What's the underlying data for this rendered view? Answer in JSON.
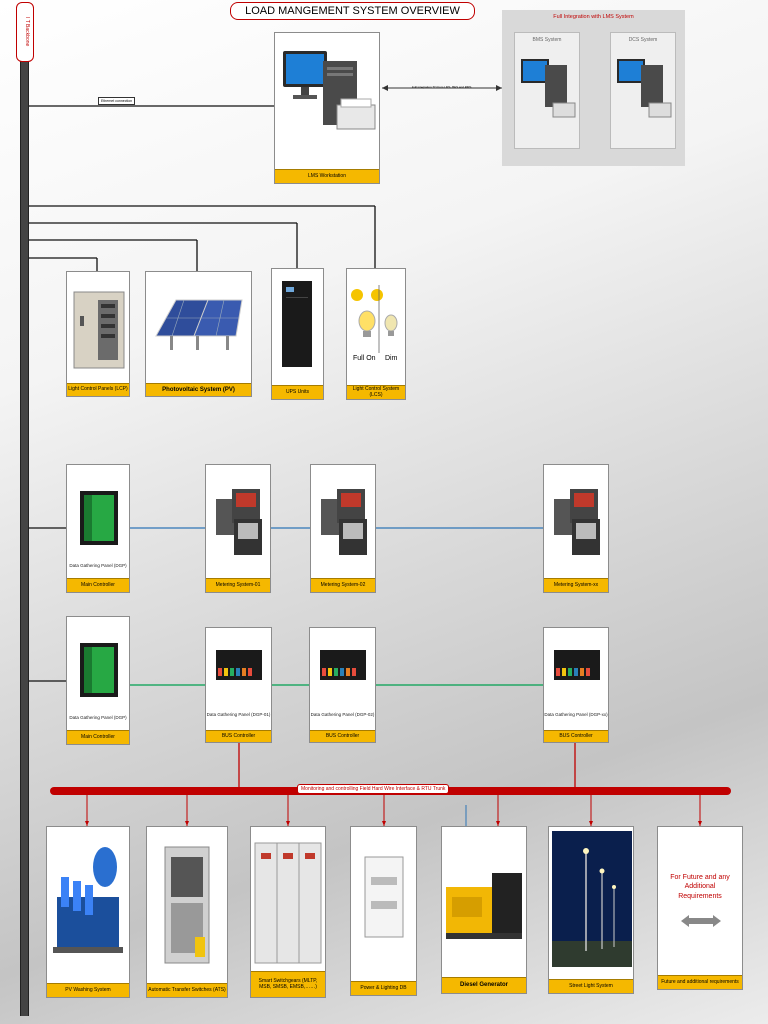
{
  "title": "LOAD MANGEMENT SYSTEM OVERVIEW",
  "vertical_bus_label": "I T Backbone",
  "integration": {
    "header": "Full Integration with LMS System",
    "link_label": "Full integration TO from LMS, BES and RMS",
    "bms_label": "BMS System",
    "dcs_label": "DCS System"
  },
  "lms": {
    "caption": "LMS Workstation",
    "link_tag": "Ethernet connection"
  },
  "top_row": [
    {
      "caption": "Light Control Panels (LCP)"
    },
    {
      "caption": "Photovoltaic System (PV)"
    },
    {
      "caption": "UPS Units"
    },
    {
      "caption": "Light Control System (LCS)",
      "full_on": "Full On",
      "dim": "Dim"
    }
  ],
  "metering_row": {
    "main": {
      "sub": "Data Gathering Panel (DGP)",
      "caption": "Main Controller"
    },
    "items": [
      {
        "caption": "Metering System-01"
      },
      {
        "caption": "Metering System-02"
      },
      {
        "caption": "Metering System-xx"
      }
    ]
  },
  "bus_row": {
    "main": {
      "sub": "Data Gathering Panel (DGP)",
      "caption": "Main Controller"
    },
    "items": [
      {
        "sub": "Data Gathering Panel (DGP-01)",
        "caption": "BUS Controller"
      },
      {
        "sub": "Data Gathering Panel (DGP-02)",
        "caption": "BUS Controller"
      },
      {
        "sub": "Data Gathering Panel (DGP-xx)",
        "caption": "BUS Controller"
      }
    ]
  },
  "field_bus_label": "Monitoring and controlling Field Hard Wire Interface & RTU Trunk",
  "bottom_row": [
    {
      "caption": "PV Washing System"
    },
    {
      "caption": "Automatic Transfer Switches (ATS)"
    },
    {
      "caption": "Smart Switchgears (MLTP, MSB, SMSB, EMSB,……)"
    },
    {
      "caption": "Power & Lighting DB"
    },
    {
      "caption": "Diesel Generator"
    },
    {
      "caption": "Street Light System"
    },
    {
      "caption": "Future and additional requirements",
      "note": "For Future and any Additional Requirements"
    }
  ],
  "colors": {
    "accent_yellow": "#f5b800",
    "bus_red": "#c00000",
    "meter_link_blue": "#2e75b6",
    "bus_link_green": "#00a050"
  }
}
